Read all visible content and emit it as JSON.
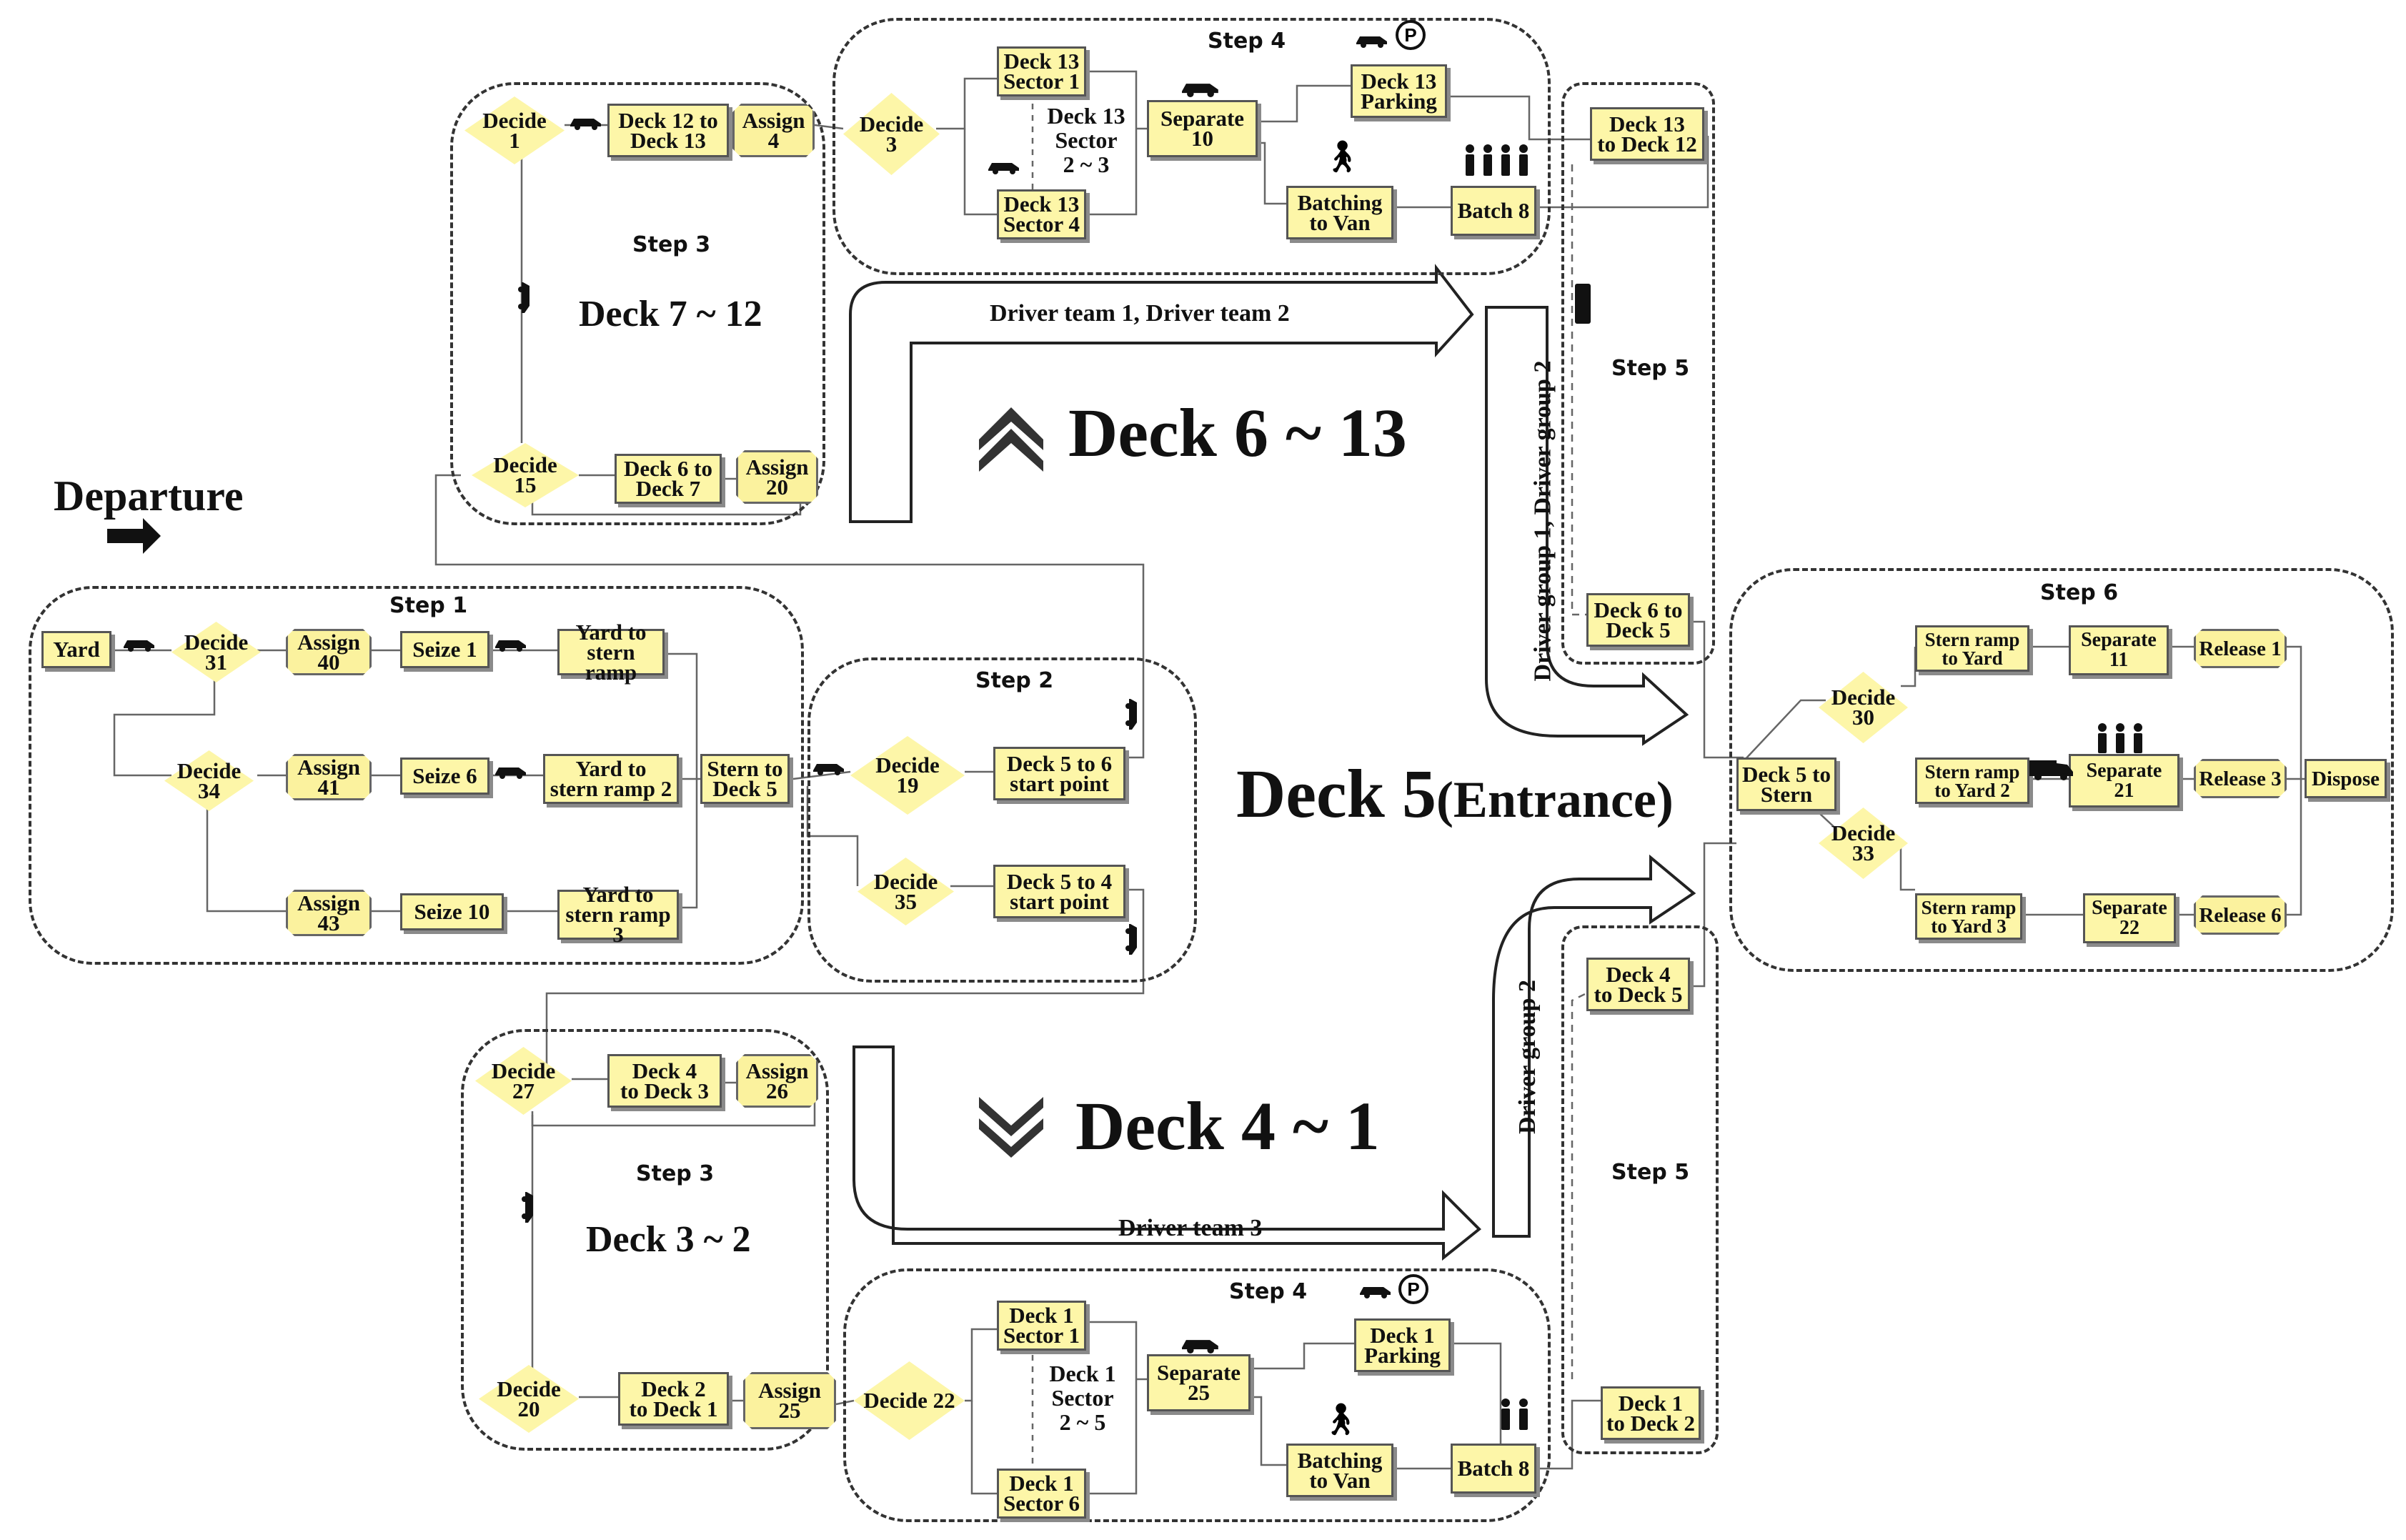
{
  "departure": "Departure",
  "deck_groups": {
    "upper": "Deck 6 ~ 13",
    "lower": "Deck 4 ~ 1",
    "entrance_main": "Deck 5",
    "entrance_sub": "(Entrance)",
    "upper_range": "Deck 7 ~ 12",
    "lower_range": "Deck 3 ~ 2"
  },
  "arrows": {
    "upper_teams": "Driver team 1, Driver team 2",
    "lower_team": "Driver team 3",
    "upper_groups": "Driver group 1, Driver group 2",
    "lower_groups": "Driver group 2"
  },
  "steps": {
    "step1": "Step 1",
    "step2": "Step 2",
    "step3_top": "Step 3",
    "step3_bottom": "Step 3",
    "step4_top": "Step 4",
    "step4_bottom": "Step 4",
    "step5_top": "Step 5",
    "step5_bottom": "Step 5",
    "step6": "Step 6"
  },
  "modules": {
    "yard": "Yard",
    "decide31": "Decide\n31",
    "assign40": "Assign\n40",
    "seize1": "Seize 1",
    "yard_stern1": "Yard to\nstern ramp",
    "decide34": "Decide\n34",
    "assign41": "Assign\n41",
    "seize6": "Seize 6",
    "yard_stern2": "Yard to\nstern ramp 2",
    "stern_deck5": "Stern to\nDeck 5",
    "assign43": "Assign\n43",
    "seize10": "Seize 10",
    "yard_stern3": "Yard to\nstern ramp 3",
    "decide19": "Decide\n19",
    "deck5_6": "Deck 5 to 6\nstart point",
    "decide35": "Decide\n35",
    "deck5_4": "Deck 5 to 4\nstart point",
    "decide1": "Decide\n1",
    "deck12_13": "Deck 12 to\nDeck 13",
    "assign4": "Assign\n4",
    "decide15": "Decide\n15",
    "deck6_7": "Deck 6 to\nDeck 7",
    "assign20": "Assign\n20",
    "decide3": "Decide\n3",
    "deck13_s1": "Deck 13\nSector 1",
    "deck13_s4": "Deck 13\nSector 4",
    "deck13_s23": "Deck 13\nSector\n2 ~ 3",
    "separate10": "Separate\n10",
    "deck13_parking": "Deck 13\nParking",
    "batching_van_top": "Batching\nto Van",
    "batch8_top": "Batch 8",
    "deck13_12": "Deck 13\nto Deck 12",
    "deck6_5": "Deck 6 to\nDeck 5",
    "decide27": "Decide\n27",
    "deck4_3": "Deck 4\nto Deck 3",
    "assign26": "Assign\n26",
    "decide20": "Decide\n20",
    "deck2_1": "Deck 2\nto Deck 1",
    "assign25": "Assign\n25",
    "decide22": "Decide 22",
    "deck1_s1": "Deck 1\nSector 1",
    "deck1_s6": "Deck 1\nSector 6",
    "deck1_s25": "Deck 1\nSector\n2 ~ 5",
    "separate25": "Separate\n25",
    "deck1_parking": "Deck 1\nParking",
    "batching_van_bot": "Batching\nto Van",
    "batch8_bot": "Batch 8",
    "deck4_5": "Deck 4\nto Deck 5",
    "deck1_2": "Deck 1\nto Deck 2",
    "deck5_stern": "Deck 5 to\nStern",
    "decide30": "Decide\n30",
    "decide33": "Decide\n33",
    "stern_yard": "Stern ramp\nto Yard",
    "stern_yard2": "Stern ramp\nto Yard 2",
    "stern_yard3": "Stern ramp\nto Yard 3",
    "separate11": "Separate\n11",
    "separate21": "Separate\n21",
    "separate22": "Separate\n22",
    "release1": "Release 1",
    "release3": "Release 3",
    "release6": "Release 6",
    "dispose": "Dispose"
  },
  "icons": {
    "parking": "P",
    "car": "car-icon",
    "van": "van-icon",
    "person": "person-icon"
  }
}
